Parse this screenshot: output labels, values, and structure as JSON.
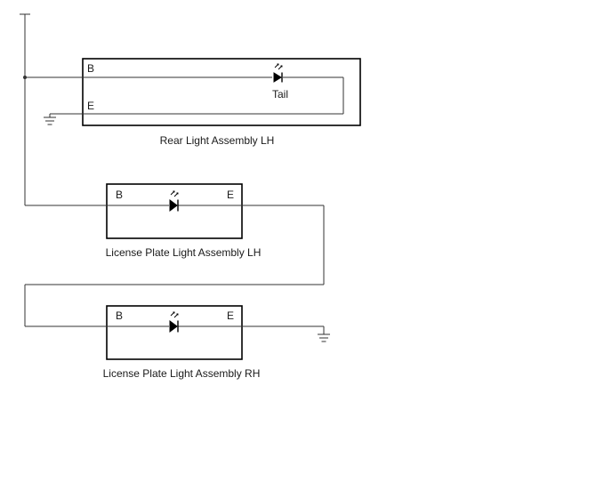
{
  "rear_light_lh": {
    "pin_b": "B",
    "pin_e": "E",
    "bulb_label": "Tail",
    "name": "Rear Light Assembly LH"
  },
  "license_plate_light_lh": {
    "pin_b": "B",
    "pin_e": "E",
    "name": "License Plate Light Assembly LH"
  },
  "license_plate_light_rh": {
    "pin_b": "B",
    "pin_e": "E",
    "name": "License Plate Light Assembly RH"
  }
}
